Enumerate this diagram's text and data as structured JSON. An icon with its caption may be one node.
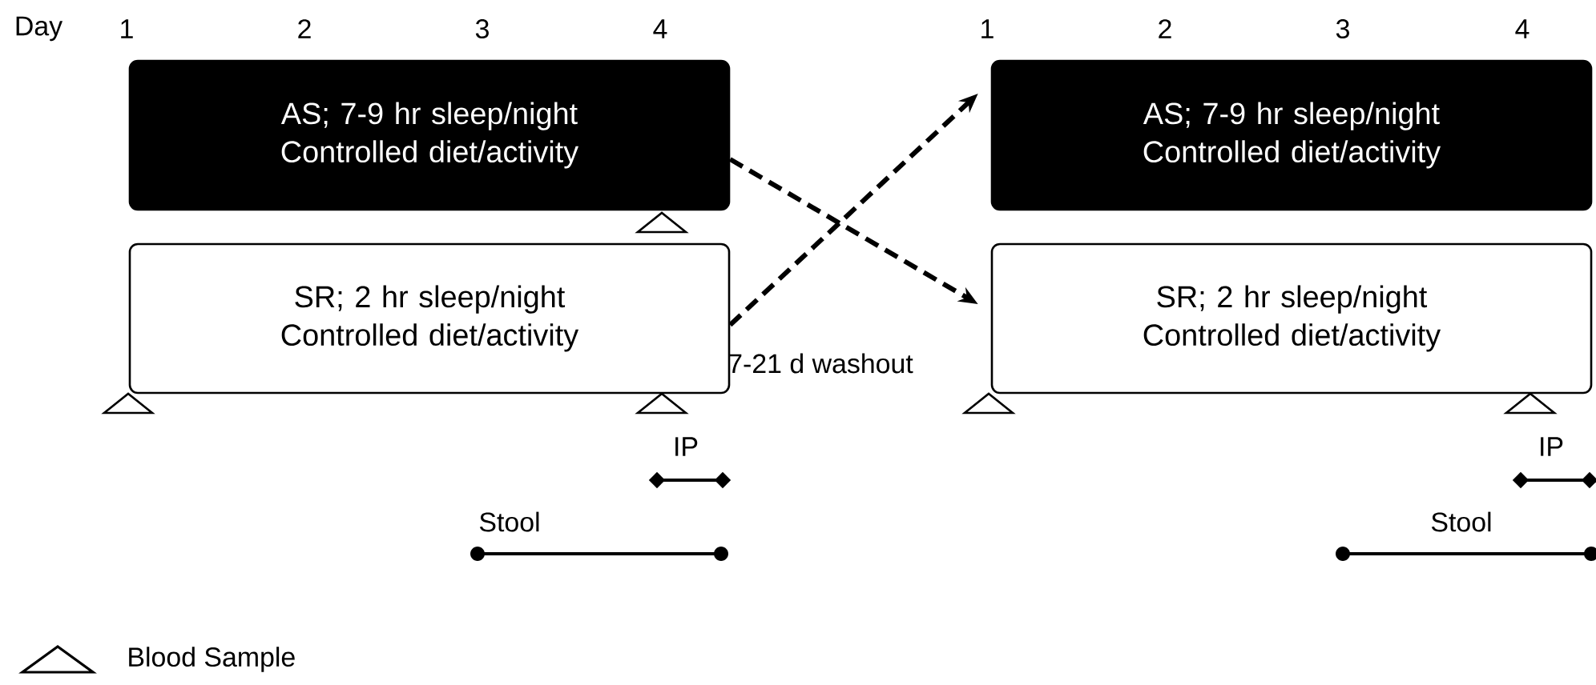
{
  "diagram": {
    "nodes": [
      {
        "text": [
          "AS; 7-9 hr sleep/night Controlled diet/activity"
        ]
      },
      {
        "text": [
          "SR; 2 hr sleep/night Controlled diet/activity"
        ]
      },
      {
        "text": [
          "AS; 7-9 hr sleep/night Controlled diet/activity"
        ]
      },
      {
        "text": [
          "SR; 2 hr sleep/night Controlled diet/activity"
        ]
      }
    ],
    "edges": [
      {
        "from": 0,
        "to": 3,
        "arrow": "to",
        "style": "dashed"
      },
      {
        "from": 1,
        "to": 2,
        "arrow": "to",
        "style": "dashed"
      }
    ],
    "labels": [
      "Day",
      "1",
      "2",
      "3",
      "4",
      "1",
      "2",
      "3",
      "4",
      "7-21 d washout",
      "IP",
      "IP",
      "Stool",
      "Stool"
    ],
    "legend": [
      {
        "text": "Blood Sample"
      }
    ]
  }
}
